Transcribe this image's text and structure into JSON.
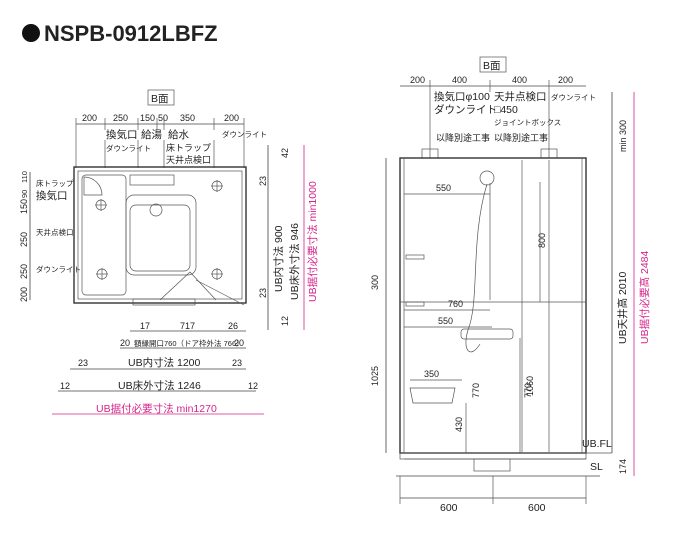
{
  "title": "NSPB-0912LBFZ",
  "plan": {
    "face_label": "B面",
    "top_dims": [
      "200",
      "250",
      "150",
      "50",
      "350",
      "200"
    ],
    "top_labels": {
      "kankiguchi": "換気口",
      "downlight": "ダウンライト",
      "kyuto": "給湯",
      "kyusui": "給水",
      "yuka_trap": "床トラップ",
      "tenjo_tenkenguchi": "天井点検口",
      "downlight_right": "ダウンライト"
    },
    "left_dims": [
      "110",
      "90",
      "150",
      "250",
      "250",
      "200"
    ],
    "left_labels": {
      "yuka_trap": "床トラップ",
      "kankiguchi": "換気口",
      "tenjo_tenkenguchi": "天井点検口",
      "downlight": "ダウンライト"
    },
    "right_dims": [
      "42",
      "23",
      "23",
      "12"
    ],
    "right_labels": {
      "inner": "UB内寸法 900",
      "floor_outer": "UB床外寸法 946",
      "required": "UB据付必要寸法 min1000"
    },
    "bottom": {
      "d17": "17",
      "d717": "717",
      "d26": "26",
      "d20a": "20",
      "opening": "額縁開口760（ドア枠外法 766）",
      "d20b": "20",
      "d23a": "23",
      "inner": "UB内寸法 1200",
      "d23b": "23",
      "d12a": "12",
      "floor_outer": "UB床外寸法 1246",
      "d12b": "12",
      "required": "UB据付必要寸法 min1270"
    }
  },
  "elevation": {
    "face_label": "B面",
    "top_dims": [
      "200",
      "400",
      "400",
      "200"
    ],
    "labels": {
      "kankiguchi": "換気口φ100",
      "downlight": "ダウンライト",
      "tenjo_tenkenguchi": "天井点検口",
      "size450": "□450",
      "junction_box": "ジョイントボックス",
      "separate_work_1": "以降別途工事",
      "separate_work_2": "以降別途工事",
      "downlight_right": "ダウンライト"
    },
    "dims": {
      "min300": "min 300",
      "d550_top": "550",
      "d800": "800",
      "d300": "300",
      "d760": "760",
      "d550_mid": "550",
      "d1025": "1025",
      "d1060": "1060",
      "d350": "350",
      "d770a": "770",
      "d770b": "770",
      "d430": "430",
      "d174": "174",
      "d600a": "600",
      "d600b": "600"
    },
    "right_labels": {
      "ceiling_height": "UB天井高 2010",
      "required_height": "UB据付必要高 2484",
      "ubfl": "UB.FL",
      "sl": "SL"
    }
  }
}
